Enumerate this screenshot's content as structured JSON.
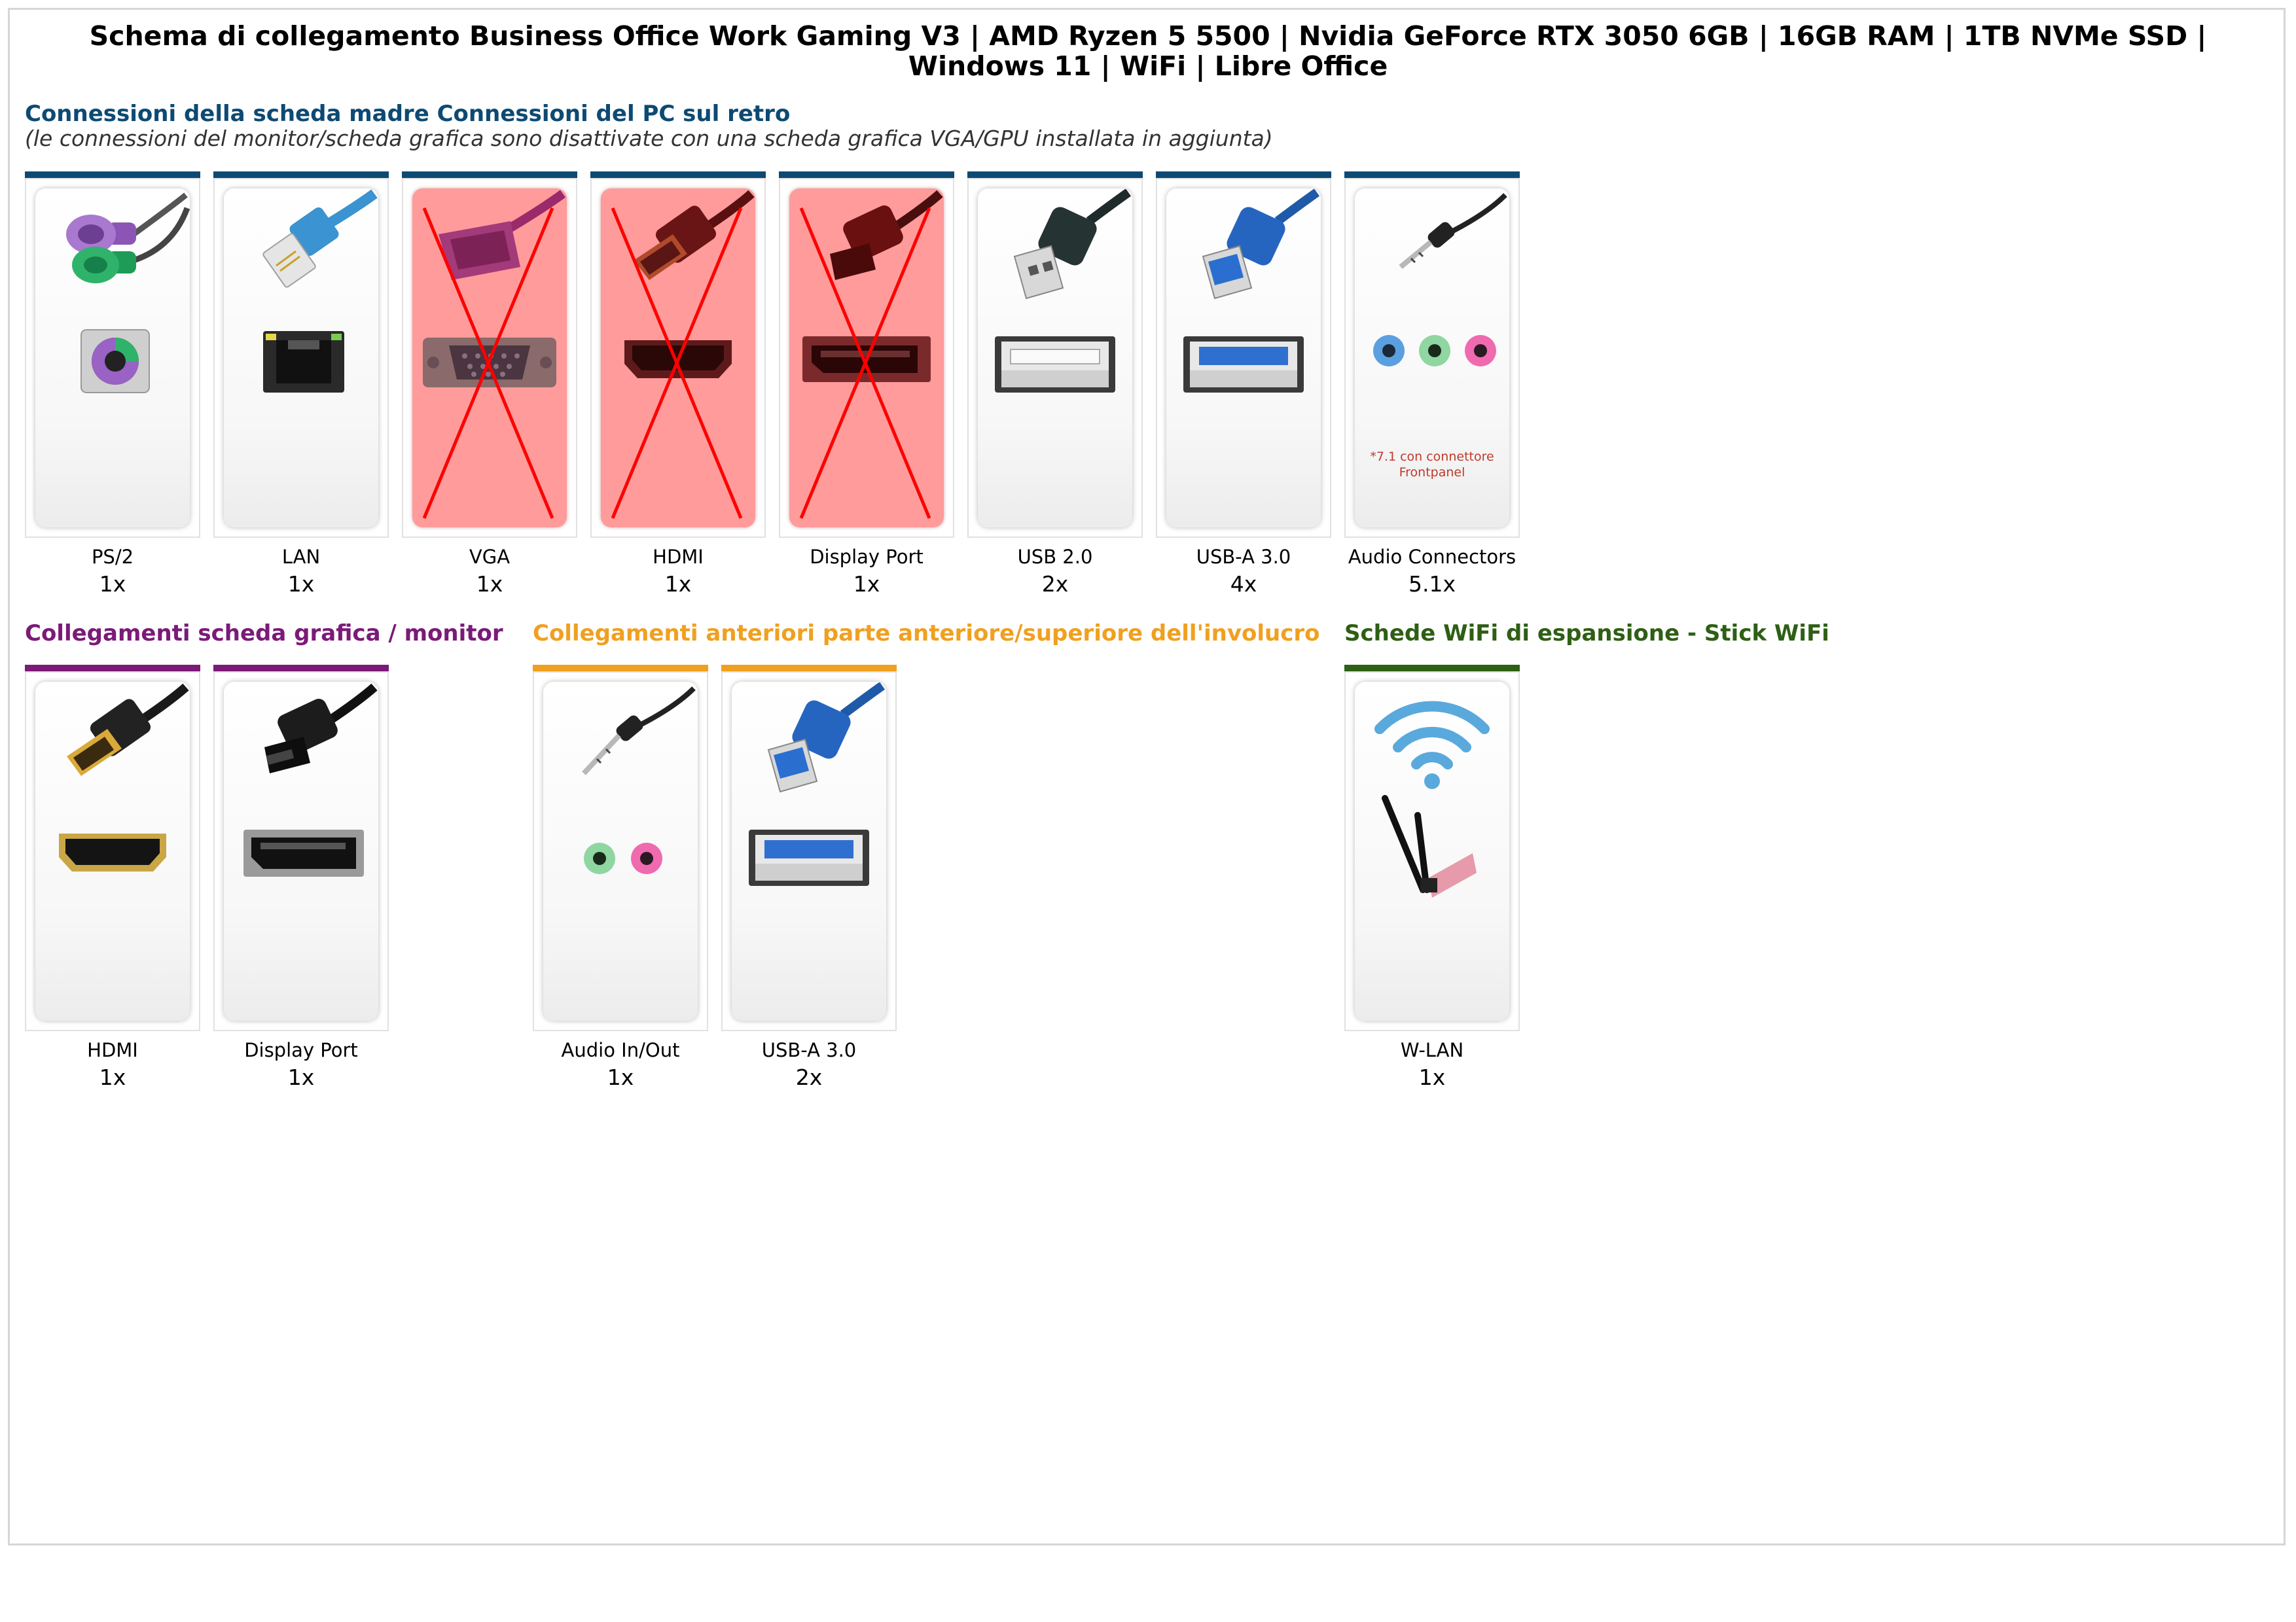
{
  "page": {
    "title": "Schema di collegamento Business Office Work Gaming V3 | AMD Ryzen 5 5500 | Nvidia GeForce RTX 3050 6GB | 16GB RAM | 1TB NVMe SSD | Windows 11 | WiFi | Libre Office"
  },
  "colors": {
    "motherboard": "#0d4a73",
    "graphics": "#7b1a78",
    "front": "#f0a020",
    "wifi": "#2e5f14",
    "disabled_fill": "#ff9b9b",
    "cross": "#ff0000"
  },
  "motherboard": {
    "title": "Connessioni della scheda madre Connessioni del PC sul retro",
    "subtitle": "(le connessioni del monitor/scheda grafica sono disattivate con una scheda grafica VGA/GPU installata in aggiunta)",
    "ports": [
      {
        "label": "PS/2",
        "count": "1x",
        "icon": "ps2-icon",
        "disabled": false
      },
      {
        "label": "LAN",
        "count": "1x",
        "icon": "lan-icon",
        "disabled": false
      },
      {
        "label": "VGA",
        "count": "1x",
        "icon": "vga-icon",
        "disabled": true
      },
      {
        "label": "HDMI",
        "count": "1x",
        "icon": "hdmi-icon",
        "disabled": true
      },
      {
        "label": "Display Port",
        "count": "1x",
        "icon": "displayport-icon",
        "disabled": true
      },
      {
        "label": "USB 2.0",
        "count": "2x",
        "icon": "usb2-icon",
        "disabled": false
      },
      {
        "label": "USB-A 3.0",
        "count": "4x",
        "icon": "usb3-icon",
        "disabled": false
      },
      {
        "label": "Audio Connectors",
        "count": "5.1x",
        "icon": "audio-jack-icon",
        "disabled": false,
        "note": "*7.1 con connettore Frontpanel"
      }
    ]
  },
  "graphics": {
    "title": "Collegamenti scheda grafica / monitor",
    "ports": [
      {
        "label": "HDMI",
        "count": "1x",
        "icon": "hdmi-icon"
      },
      {
        "label": "Display Port",
        "count": "1x",
        "icon": "displayport-icon"
      }
    ]
  },
  "front": {
    "title": "Collegamenti anteriori parte anteriore/superiore dell'involucro",
    "ports": [
      {
        "label": "Audio In/Out",
        "count": "1x",
        "icon": "audio-jack-icon"
      },
      {
        "label": "USB-A 3.0",
        "count": "2x",
        "icon": "usb3-icon"
      }
    ]
  },
  "wifi": {
    "title": "Schede WiFi di espansione - Stick WiFi",
    "ports": [
      {
        "label": "W-LAN",
        "count": "1x",
        "icon": "wifi-icon"
      }
    ]
  }
}
